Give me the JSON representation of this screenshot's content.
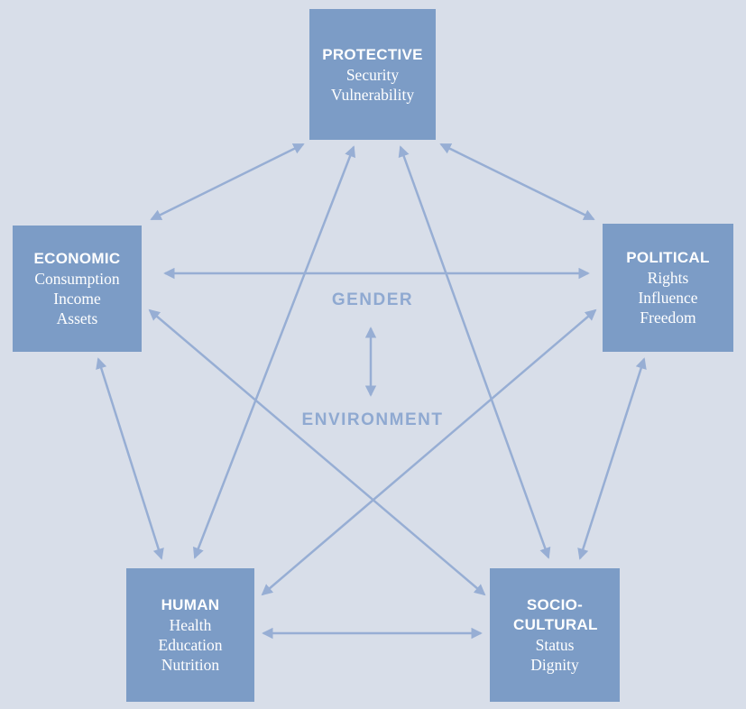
{
  "diagram": {
    "boxes": {
      "protective": {
        "title": "PROTECTIVE",
        "lines": [
          "Security",
          "Vulnerability"
        ]
      },
      "economic": {
        "title": "ECONOMIC",
        "lines": [
          "Consumption",
          "Income",
          "Assets"
        ]
      },
      "political": {
        "title": "POLITICAL",
        "lines": [
          "Rights",
          "Influence",
          "Freedom"
        ]
      },
      "human": {
        "title": "HUMAN",
        "lines": [
          "Health",
          "Education",
          "Nutrition"
        ]
      },
      "sociocultural": {
        "title": "SOCIO-CULTURAL",
        "lines": [
          "Status",
          "Dignity"
        ]
      }
    },
    "center": {
      "gender": "GENDER",
      "environment": "ENVIRONMENT"
    },
    "colors": {
      "background": "#d8dee9",
      "box_fill": "#7c9cc6",
      "arrow": "#97aed4",
      "center_text": "#8fa9d1",
      "box_text": "#ffffff"
    }
  }
}
